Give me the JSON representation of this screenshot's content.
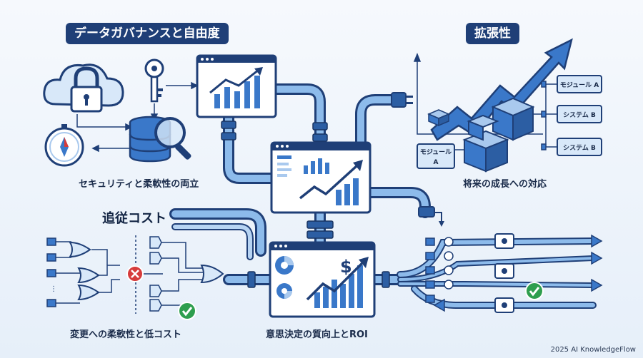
{
  "titles": {
    "governance": "データガバナンスと自由度",
    "scalability": "拡張性"
  },
  "captions": {
    "security": "セキュリティと柔軟性の両立",
    "future": "将来の成長への対応",
    "follow_cost": "追従コスト",
    "change": "変更への柔軟性と低コスト",
    "decision": "意思決定の質向上とROI"
  },
  "modules": {
    "module_a_right": "モジュール A",
    "system_b_1": "システム B",
    "system_b_2": "システム B",
    "module_a_left_1": "モジュール",
    "module_a_left_2": "A"
  },
  "dashboard_symbol": "$",
  "footer": "2025 AI KnowledgeFlow",
  "colors": {
    "navy": "#1f3f77",
    "blue": "#3a78c9",
    "light_blue": "#a9c9ee",
    "background": "#eef4fb",
    "check_green": "#2e9e4e",
    "error_red": "#d63b3b"
  },
  "icons": [
    "cloud-icon",
    "lock-icon",
    "key-icon",
    "compass-icon",
    "database-icon",
    "magnifier-icon",
    "plug-icon",
    "check-icon",
    "x-icon",
    "growth-arrow-icon"
  ]
}
